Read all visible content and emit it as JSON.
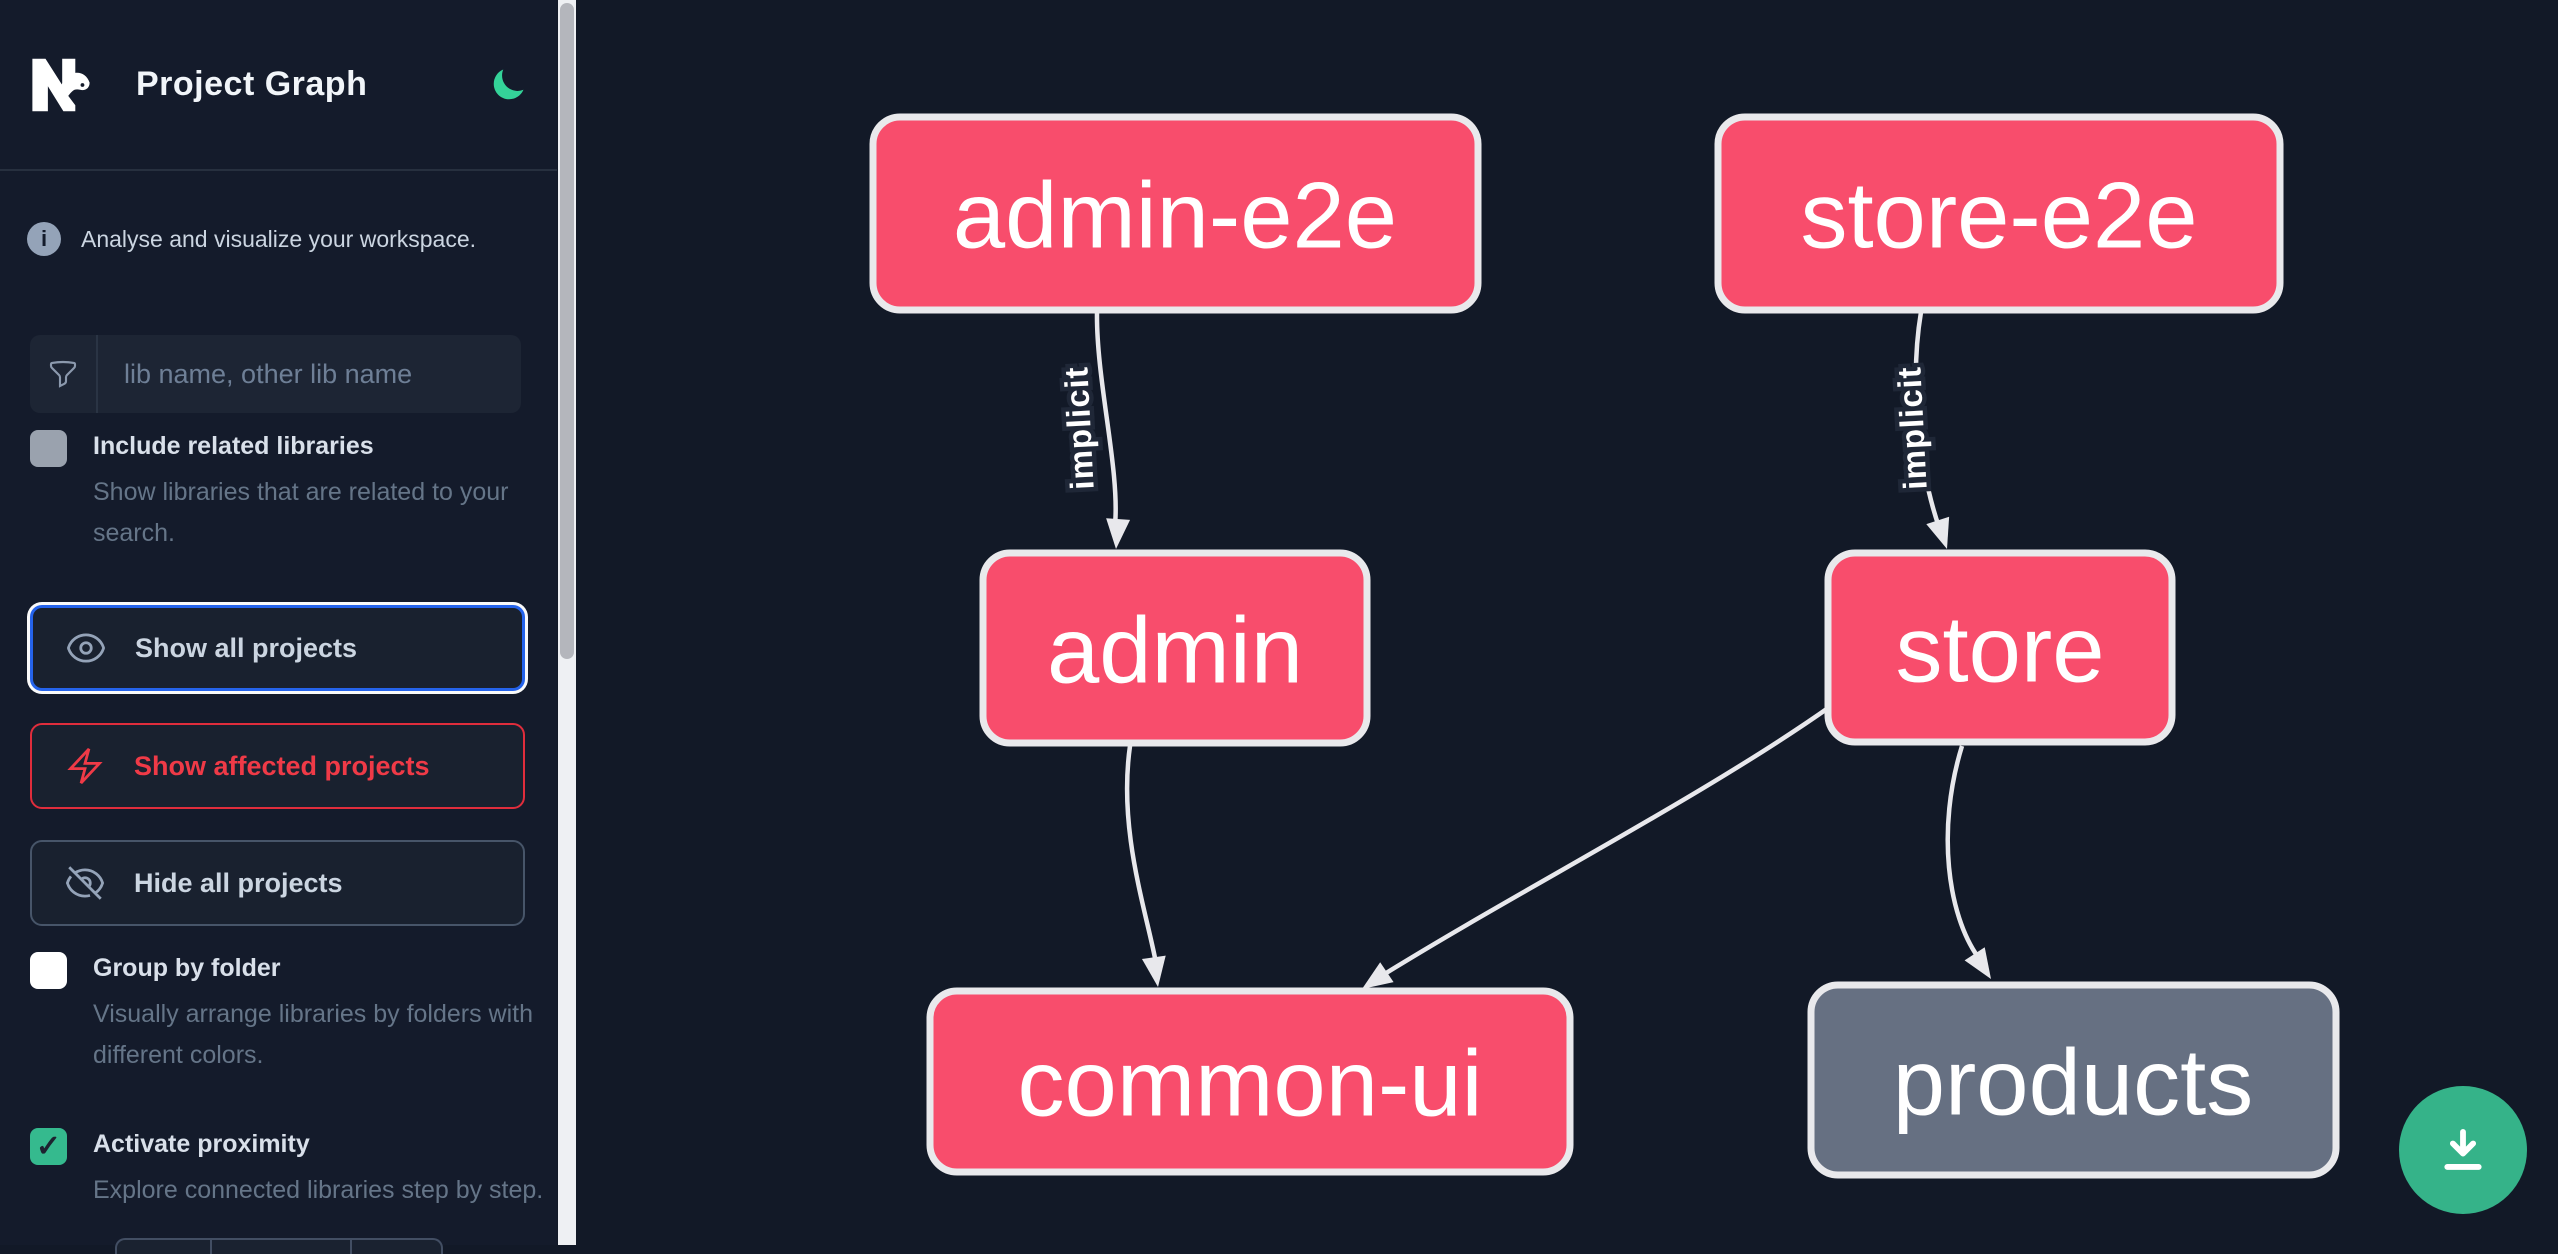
{
  "app": {
    "title": "Project Graph",
    "logo": "Nx"
  },
  "sidebar": {
    "info_text": "Analyse and visualize your workspace.",
    "search_placeholder": "lib name, other lib name",
    "include_related": {
      "label": "Include related libraries",
      "description": "Show libraries that are related to your search.",
      "checked": false
    },
    "actions": {
      "show_all": "Show all projects",
      "show_affected": "Show affected projects",
      "hide_all": "Hide all projects"
    },
    "group_by_folder": {
      "label": "Group by folder",
      "description": "Visually arrange libraries by folders with different colors.",
      "checked": false
    },
    "activate_proximity": {
      "label": "Activate proximity",
      "description": "Explore connected libraries step by step.",
      "checked": true,
      "checkmark": "✓"
    }
  },
  "graph": {
    "nodes": [
      {
        "id": "admin-e2e",
        "label": "admin-e2e",
        "type": "app",
        "color": "#f84d6c"
      },
      {
        "id": "store-e2e",
        "label": "store-e2e",
        "type": "app",
        "color": "#f84d6c"
      },
      {
        "id": "admin",
        "label": "admin",
        "type": "app",
        "color": "#f84d6c"
      },
      {
        "id": "store",
        "label": "store",
        "type": "app",
        "color": "#f84d6c"
      },
      {
        "id": "common-ui",
        "label": "common-ui",
        "type": "lib",
        "color": "#f84d6c"
      },
      {
        "id": "products",
        "label": "products",
        "type": "lib",
        "color": "#667082"
      }
    ],
    "edges": [
      {
        "from": "admin-e2e",
        "to": "admin",
        "label": "implicit"
      },
      {
        "from": "store-e2e",
        "to": "store",
        "label": "implicit"
      },
      {
        "from": "admin",
        "to": "common-ui",
        "label": ""
      },
      {
        "from": "store",
        "to": "common-ui",
        "label": ""
      },
      {
        "from": "store",
        "to": "products",
        "label": ""
      }
    ]
  },
  "colors": {
    "accent_focus": "#2563eb",
    "danger": "#ef3a47",
    "node_pink": "#f84d6c",
    "node_gray": "#667082",
    "edge": "#e8e8ec",
    "fab_green": "#35b389",
    "moon_green": "#34d399",
    "checkbox_green": "#35ba8e"
  }
}
